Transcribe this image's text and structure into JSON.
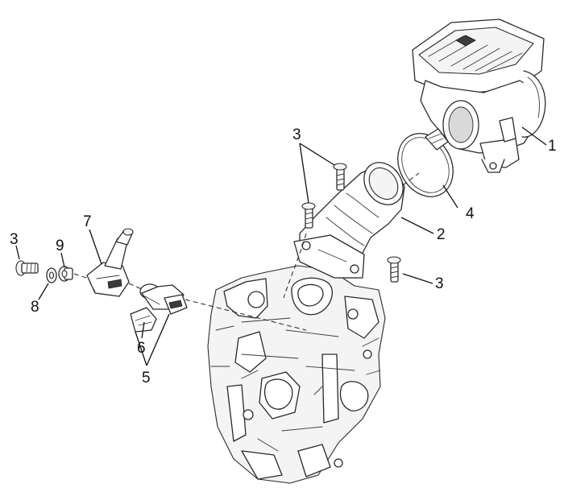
{
  "callouts": {
    "c1": "1",
    "c2": "2",
    "c3_top": "3",
    "c3_right": "3",
    "c3_left": "3",
    "c4": "4",
    "c5": "5",
    "c6": "6",
    "c7": "7",
    "c8": "8",
    "c9": "9"
  },
  "colors": {
    "line": "#2a2a2a",
    "background": "#ffffff"
  }
}
